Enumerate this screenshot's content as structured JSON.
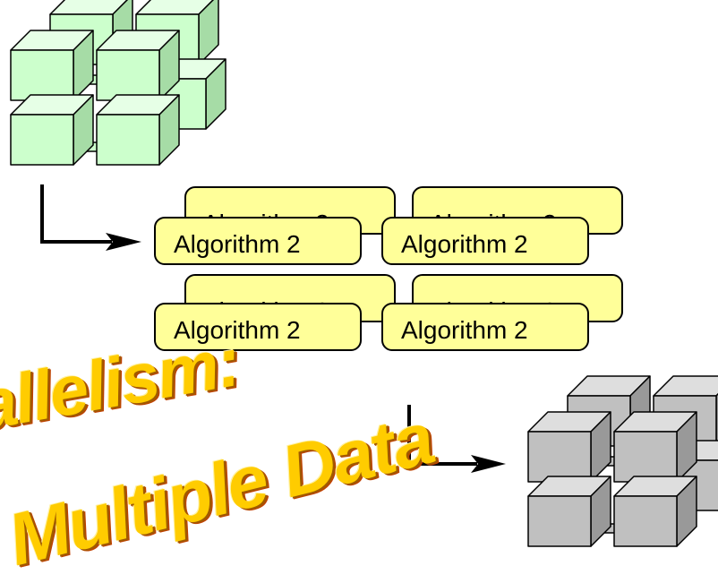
{
  "colors": {
    "input_cube": "#ccffcc",
    "input_cube_side": "#a6dca6",
    "input_cube_top": "#e6ffe6",
    "output_cube": "#c0c0c0",
    "output_cube_side": "#999999",
    "output_cube_top": "#dedede",
    "algorithm_box": "#ffff99",
    "banner_text": "#ffcc00"
  },
  "algorithm_boxes": {
    "back_top_left": "Algorithm 2",
    "back_top_right": "Algorithm 2",
    "front_top_left": "Algorithm 2",
    "front_top_right": "Algorithm 2",
    "back_bottom_left": "Algorithm 2",
    "back_bottom_right": "Algorithm 2",
    "front_bottom_left": "Algorithm 2",
    "front_bottom_right": "Algorithm 2"
  },
  "banner": {
    "line1": "Parallelism:",
    "line2": "Multiple Data"
  }
}
